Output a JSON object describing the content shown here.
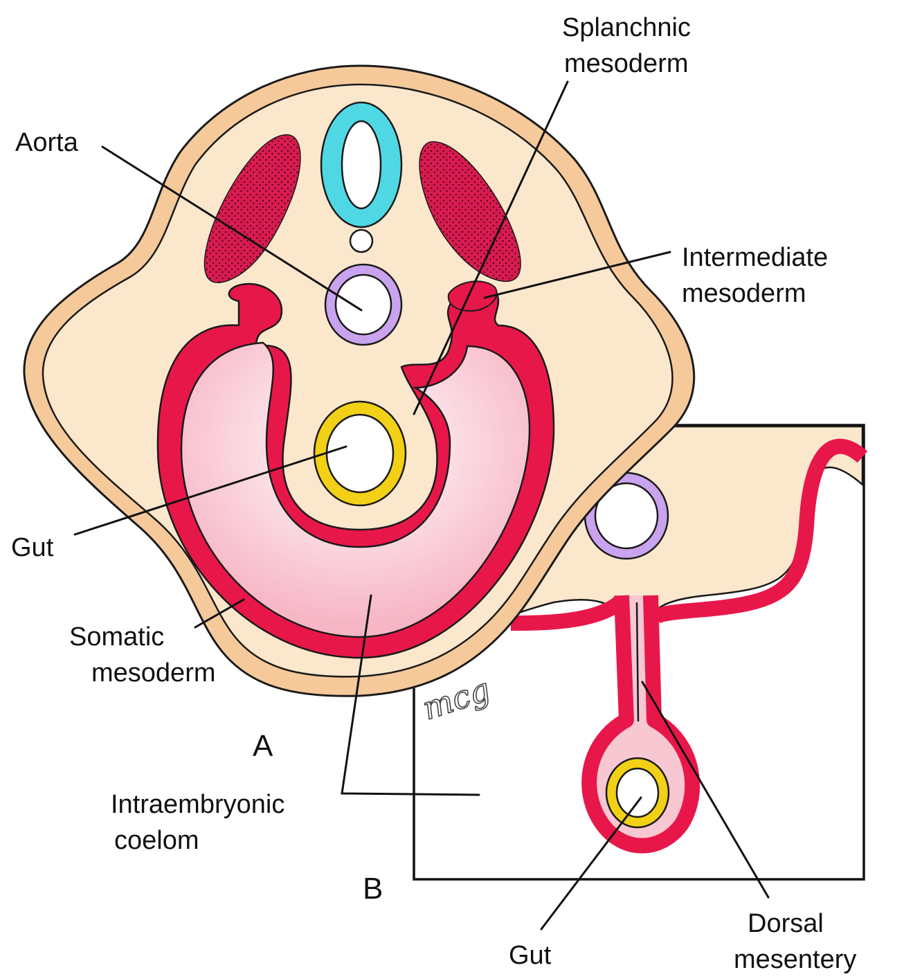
{
  "labels": {
    "splanchnic_line1": "Splanchnic",
    "splanchnic_line2": "mesoderm",
    "aorta": "Aorta",
    "intermediate_line1": "Intermediate",
    "intermediate_line2": "mesoderm",
    "gut_a": "Gut",
    "somatic_line1": "Somatic",
    "somatic_line2": "mesoderm",
    "intraembryonic_line1": "Intraembryonic",
    "intraembryonic_line2": "coelom",
    "gut_b": "Gut",
    "dorsal_line1": "Dorsal",
    "dorsal_line2": "mesentery"
  },
  "panels": {
    "a": "A",
    "b": "B"
  },
  "signature": "mcg",
  "colors": {
    "body_tissue": "#FBE7CC",
    "skin_border": "#F5C99A",
    "mesoderm": "#E8174A",
    "coelom": "#F7B6C6",
    "neural_tube": "#4FD8E4",
    "aorta_wall": "#C9A3EE",
    "gut_wall": "#F2D015",
    "paraxial_dots": "#C8103E",
    "outline": "#1a1a1a"
  }
}
